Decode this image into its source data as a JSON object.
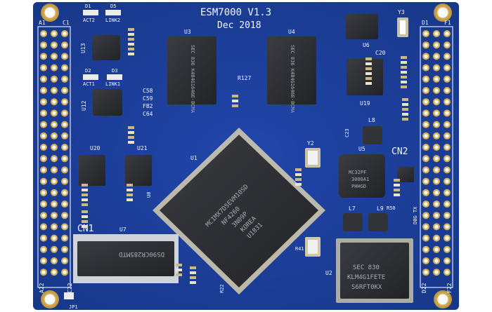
{
  "board": {
    "title": "ESM7000 V1.3",
    "date": "Dec 2018"
  },
  "connectors": {
    "left_top": "A1",
    "left_top2": "C1",
    "left_bottom": "A22",
    "left_bottom2": "C22",
    "right_top": "D1",
    "right_top2": "F1",
    "right_bottom": "D22",
    "right_bottom2": "F22",
    "cn1": "CN1",
    "cn2": "CN2",
    "jp1": "JP1"
  },
  "refdes": {
    "u1": "U1",
    "u2": "U2",
    "u3": "U3",
    "u4": "U4",
    "u6": "U6",
    "u5": "U5",
    "u7": "U7",
    "u8": "U8",
    "u12": "U12",
    "u13": "U13",
    "u19": "U19",
    "u20": "U20",
    "u21": "U21",
    "d1": "D1",
    "d2": "D2",
    "d3": "D3",
    "d5": "D5",
    "act1": "ACT1",
    "act2": "ACT2",
    "link1": "LINK1",
    "link2": "LINK2",
    "y2": "Y2",
    "y3": "Y3",
    "l7": "L7",
    "l8": "L8",
    "l9": "L9",
    "c20": "C20",
    "c23": "C23",
    "c58": "C58",
    "c59": "C59",
    "c64": "C64",
    "fb2": "FB2",
    "r127": "R127",
    "r41": "R41",
    "r50": "R50",
    "r22": "R22",
    "dbg_tx": "DBG TX"
  },
  "chips": {
    "cpu_line1": "MCIMX7D5EVM10SD",
    "cpu_line2": "NF4260",
    "cpu_line3": "3N09P",
    "cpu_line4": "KOREA",
    "cpu_line5": "U1831",
    "ram_left": "SEC 836 K4B4G1646E-BCMA",
    "ram_right": "SEC 836 K4B4G1646E-BCMA",
    "emmc_line1": "SEC 830",
    "emmc_line2": "KLM4G1FETE",
    "emmc_line3": "S6RFT0KX",
    "pmic_line1": "MC32PF",
    "pmic_line2": "3000A1",
    "pmic_line3": "PHHGD",
    "u7_text": "DS90CR285MTD"
  },
  "colors": {
    "pcb": "#1c3d9a",
    "pcb_dark": "#15307c",
    "gold": "#d6b15a",
    "chip": "#2b2d31",
    "silk": "#f2f6ff"
  }
}
